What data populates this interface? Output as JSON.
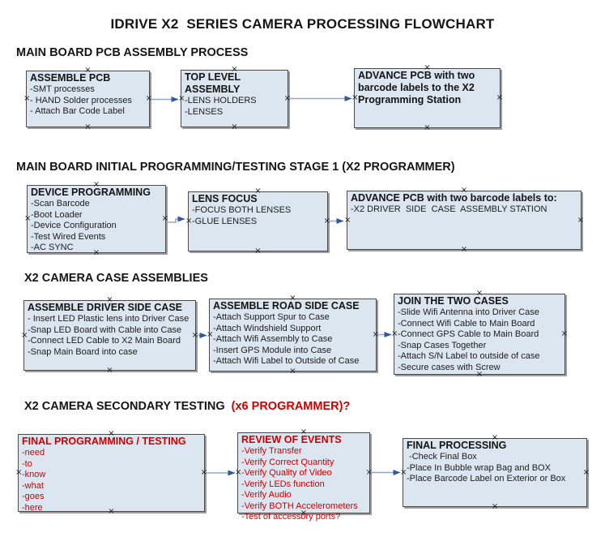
{
  "title": "IDRIVE X2  SERIES CAMERA PROCESSING FLOWCHART",
  "colors": {
    "box_fill": "#dce6f1",
    "box_border": "#4a4a4a",
    "box_shadow": "#9c9c9c",
    "red_text": "#cc0000",
    "connector_line": "#90a7c6",
    "connector_arrowhead": "#30599b",
    "background": "#ffffff"
  },
  "sections": [
    {
      "heading": "MAIN BOARD PCB ASSEMBLY PROCESS",
      "boxes": [
        {
          "title": "ASSEMBLE PCB",
          "items": [
            "-SMT processes",
            "- HAND Solder processes",
            "- Attach Bar Code Label"
          ]
        },
        {
          "title": "TOP LEVEL ASSEMBLY",
          "items": [
            "-LENS HOLDERS",
            "-LENSES"
          ]
        },
        {
          "title": "ADVANCE PCB with two barcode labels to the  X2 Programming Station",
          "items": []
        }
      ]
    },
    {
      "heading": "MAIN BOARD INITIAL PROGRAMMING/TESTING STAGE 1 (X2 PROGRAMMER)",
      "boxes": [
        {
          "title": "DEVICE PROGRAMMING",
          "items": [
            "-Scan Barcode",
            "-Boot Loader",
            "-Device Configuration",
            "-Test Wired Events",
            "-AC SYNC"
          ]
        },
        {
          "title": "LENS FOCUS",
          "items": [
            "-FOCUS BOTH LENSES",
            "-GLUE LENSES"
          ]
        },
        {
          "title": "ADVANCE PCB with two barcode labels to:",
          "items": [
            "-X2 DRIVER  SIDE  CASE  ASSEMBLY STATION"
          ]
        }
      ]
    },
    {
      "heading": "X2 CAMERA CASE ASSEMBLIES",
      "boxes": [
        {
          "title": "ASSEMBLE DRIVER SIDE CASE",
          "items": [
            "- Insert LED Plastic lens into Driver Case",
            "-Snap LED Board with Cable into Case",
            "-Connect LED Cable to X2 Main Board",
            "-Snap Main Board into case"
          ]
        },
        {
          "title": "ASSEMBLE ROAD SIDE CASE",
          "items": [
            "-Attach Support Spur to Case",
            "-Attach Windshield Support",
            "-Attach Wifi Assembly to Case",
            "-Insert GPS Module into Case",
            "-Attach Wifi Label to Outside of Case"
          ]
        },
        {
          "title": "JOIN THE TWO CASES",
          "items": [
            "-Slide Wifi Antenna into Driver Case",
            "-Connect Wifi Cable to Main Board",
            "-Connect GPS Cable to Main Board",
            "-Snap Cases Together",
            "-Attach S/N Label to outside of case",
            "-Secure cases with Screw"
          ]
        }
      ]
    },
    {
      "heading": "X2 CAMERA SECONDARY TESTING ",
      "heading_red": " (x6 PROGRAMMER)?",
      "boxes": [
        {
          "title": "FINAL PROGRAMMING / TESTING",
          "items": [
            "-need",
            "-to",
            "-know",
            "-what",
            "-goes",
            "-here"
          ]
        },
        {
          "title": "REVIEW OF EVENTS",
          "items": [
            "-Verify Transfer",
            "-Verify Correct Quantity",
            "-Verify Quality of Video",
            "-Verify LEDs function",
            "-Verify Audio",
            "-Verify BOTH Accelerometers",
            "-Test of accessory ports?"
          ]
        },
        {
          "title": "FINAL PROCESSING",
          "items": [
            " -Check Final Box",
            "-Place In Bubble wrap Bag and BOX",
            "-Place Barcode Label on Exterior or Box"
          ]
        }
      ]
    }
  ]
}
